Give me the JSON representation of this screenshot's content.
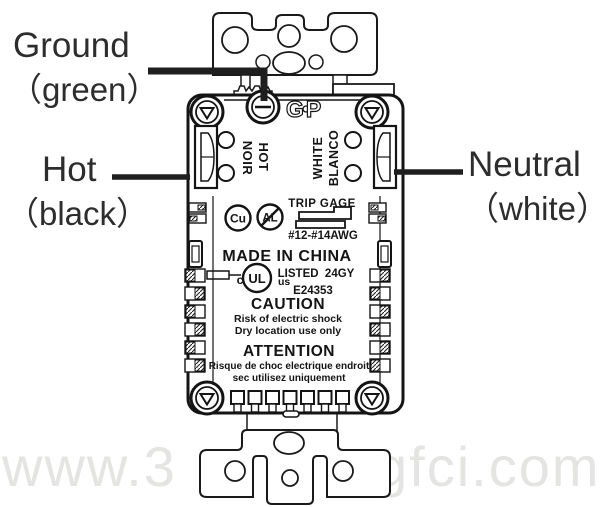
{
  "labels": {
    "ground": {
      "line1": "Ground",
      "line2": "（green）"
    },
    "hot": {
      "line1": "Hot",
      "line2": "（black）"
    },
    "neutral": {
      "line1": "Neutral",
      "line2": "（white）"
    }
  },
  "device": {
    "ground_terminal_label": "GP",
    "hot_terminal": {
      "en": "HOT",
      "fr": "NOIR"
    },
    "neutral_terminal": {
      "en": "WHITE",
      "es": "BLANCO"
    },
    "wire_material": {
      "copper": "Cu",
      "aluminum": "AL"
    },
    "strip_gauge": {
      "label": "TRIP GAGE",
      "wire_range": "#12-#14AWG"
    },
    "origin": "MADE IN CHINA",
    "certification": {
      "prefix": "c",
      "mark": "UL",
      "suffix": "us",
      "listed": "LISTED  24GY",
      "file_number": "E24353"
    },
    "caution": {
      "title": "CAUTION",
      "line1": "Risk of electric shock",
      "line2": "Dry location use only"
    },
    "attention": {
      "title": "ATTENTION",
      "line1": "Risque de choc electrique endroit",
      "line2": "sec utilisez uniquement"
    }
  },
  "watermark": {
    "left": "www.3",
    "right": "gfci.com"
  },
  "colors": {
    "ink": "#1a1a1a",
    "label_text": "#2d2d2d",
    "watermark": "#e4e4e2",
    "background": "#ffffff"
  }
}
